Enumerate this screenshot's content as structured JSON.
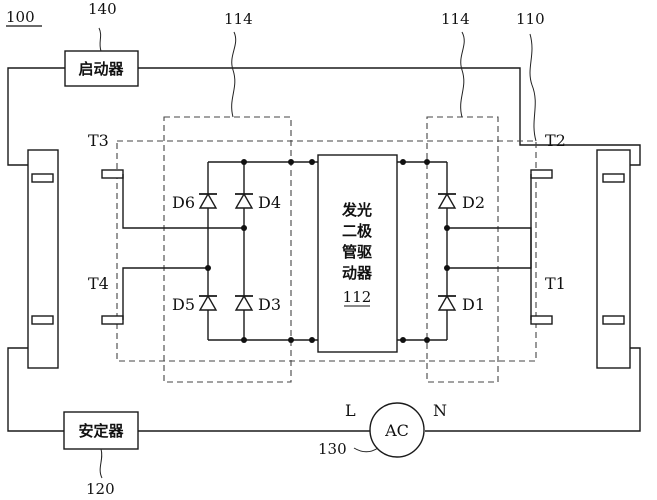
{
  "figure": {
    "system_ref": "100",
    "led_tube_ref": "110",
    "bridge_ref_left": "114",
    "bridge_ref_right": "114",
    "starter": {
      "label": "启动器",
      "ref": "140"
    },
    "ballast": {
      "label": "安定器",
      "ref": "120"
    },
    "ac_source": {
      "label": "AC",
      "ref": "130",
      "line": "L",
      "neutral": "N"
    },
    "driver": {
      "line1": "发光",
      "line2": "二极",
      "line3": "管驱",
      "line4": "动器",
      "ref": "112"
    },
    "terminals": {
      "t1": "T1",
      "t2": "T2",
      "t3": "T3",
      "t4": "T4"
    },
    "diodes": {
      "d1": "D1",
      "d2": "D2",
      "d3": "D3",
      "d4": "D4",
      "d5": "D5",
      "d6": "D6"
    }
  }
}
